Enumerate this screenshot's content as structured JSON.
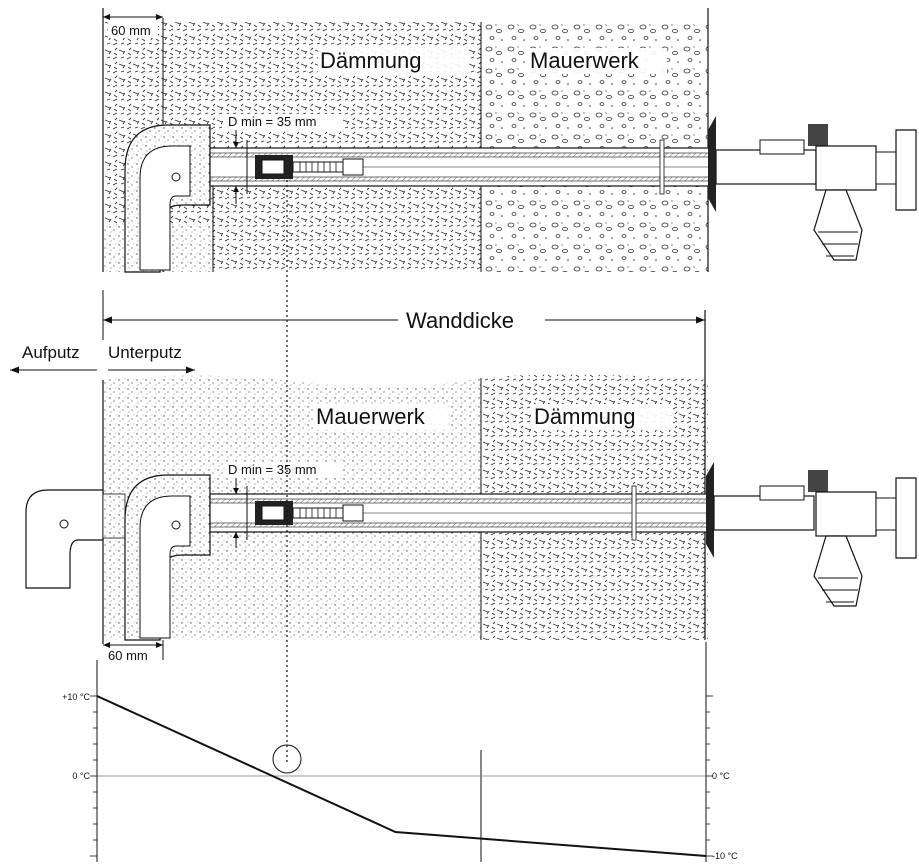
{
  "top_section": {
    "layer_left_label": "Dämmung",
    "layer_right_label": "Mauerwerk",
    "dim_60_label": "60 mm",
    "diameter_label": "D min = 35 mm"
  },
  "middle": {
    "wall_thickness_label": "Wanddicke",
    "surface_label": "Aufputz",
    "flush_label": "Unterputz"
  },
  "bottom_section": {
    "layer_left_label": "Mauerwerk",
    "layer_right_label": "Dämmung",
    "dim_60_label": "60 mm",
    "diameter_label": "D min = 35 mm"
  },
  "chart_data": {
    "type": "line",
    "y_tick_labels_left": [
      "+10 °C",
      "0 °C"
    ],
    "y_tick_labels_right": [
      "0 °C",
      "-10 °C"
    ],
    "ylim": [
      -10,
      10
    ],
    "series": [
      {
        "points": [
          [
            0,
            10
          ],
          [
            0.49,
            -7
          ],
          [
            1.0,
            -10
          ]
        ]
      }
    ]
  },
  "colors": {
    "line": "#111111",
    "insulation_fill": "#ffffff",
    "masonry_fill": "#ffffff"
  }
}
